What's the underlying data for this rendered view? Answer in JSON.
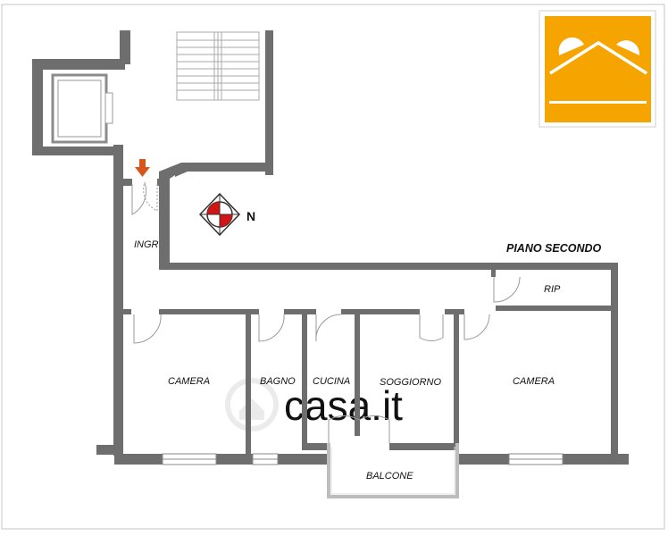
{
  "floor_title": "PIANO SECONDO",
  "rooms": {
    "entrance": "INGR",
    "storage": "RIP",
    "bedroom_left": "CAMERA",
    "bathroom": "BAGNO",
    "kitchen": "CUCINA",
    "living": "SOGGIORNO",
    "bedroom_right": "CAMERA",
    "balcony": "BALCONE"
  },
  "compass": {
    "label": "N"
  },
  "watermark": "casa.it",
  "colors": {
    "wall": "#6e6e6e",
    "logo_orange": "#f5a400",
    "compass_red": "#d11414",
    "entry_arrow": "#d8561c"
  }
}
